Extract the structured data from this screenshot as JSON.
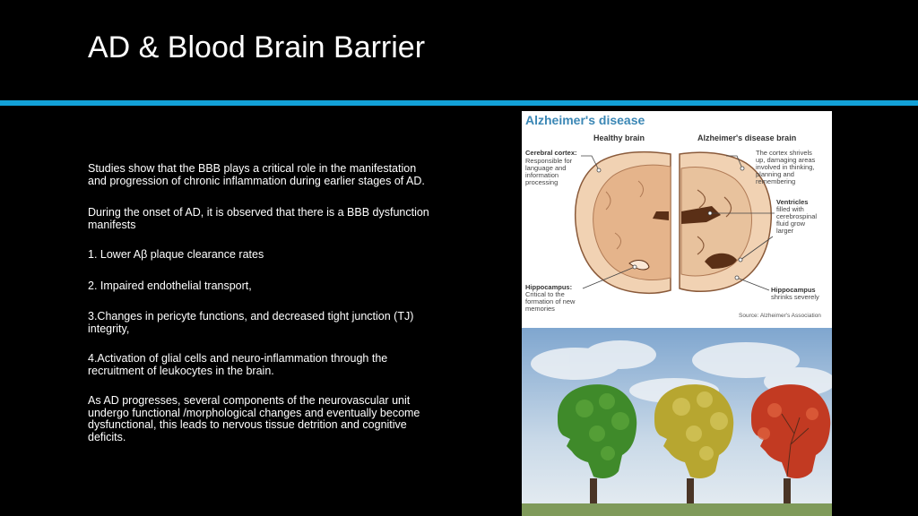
{
  "slide": {
    "title": "AD & Blood Brain Barrier",
    "accent_color": "#12a1d8",
    "background": "#000000"
  },
  "content": {
    "paragraphs": [
      "Studies show that the BBB plays a critical role in the manifestation and progression of chronic inflammation during earlier stages of AD.",
      "During the onset of AD, it is observed that there is a BBB dysfunction manifests",
      "1. Lower Aβ plaque clearance rates",
      "2. Impaired endothelial transport,",
      "3.Changes in pericyte functions, and decreased tight junction (TJ) integrity,",
      "4.Activation of glial cells and neuro-inflammation through the recruitment of leukocytes in the brain.",
      " As AD progresses, several components of the neurovascular unit undergo functional /morphological changes and eventually become dysfunctional, this leads to nervous tissue detrition and cognitive deficits."
    ]
  },
  "infographic": {
    "title": "Alzheimer's disease",
    "healthy_label": "Healthy brain",
    "ad_label": "Alzheimer's disease brain",
    "cortex_left_head": "Cerebral cortex:",
    "cortex_left_lines": [
      "Responsible for",
      "language and",
      "information",
      "processing"
    ],
    "cortex_right_lines": [
      "The cortex shrivels",
      "up, damaging areas",
      "involved in thinking,",
      "planning and",
      "remembering"
    ],
    "ventricles_head": "Ventricles",
    "ventricles_lines": [
      "filled with",
      "cerebrospinal",
      "fluid grow",
      "larger"
    ],
    "hippo_left_head": "Hippocampus:",
    "hippo_left_lines": [
      "Critical to the",
      "formation of new",
      "memories"
    ],
    "hippo_right_head": "Hippocampus",
    "hippo_right_lines": [
      "shrinks severely"
    ],
    "source": "Source: Alzheimer's Association"
  }
}
